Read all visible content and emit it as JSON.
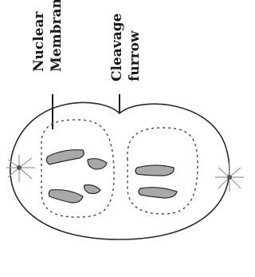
{
  "labels": {
    "nuclear_membrane": [
      "Nuclear",
      "Membrane"
    ],
    "cleavage_furrow": [
      "Cleavage",
      "furrow"
    ]
  },
  "colors": {
    "ink": "#1a1a1a",
    "outline": "#2a2a2a",
    "chromosome_fill": "#a8a8a8",
    "aster": "#9a9a9a"
  }
}
